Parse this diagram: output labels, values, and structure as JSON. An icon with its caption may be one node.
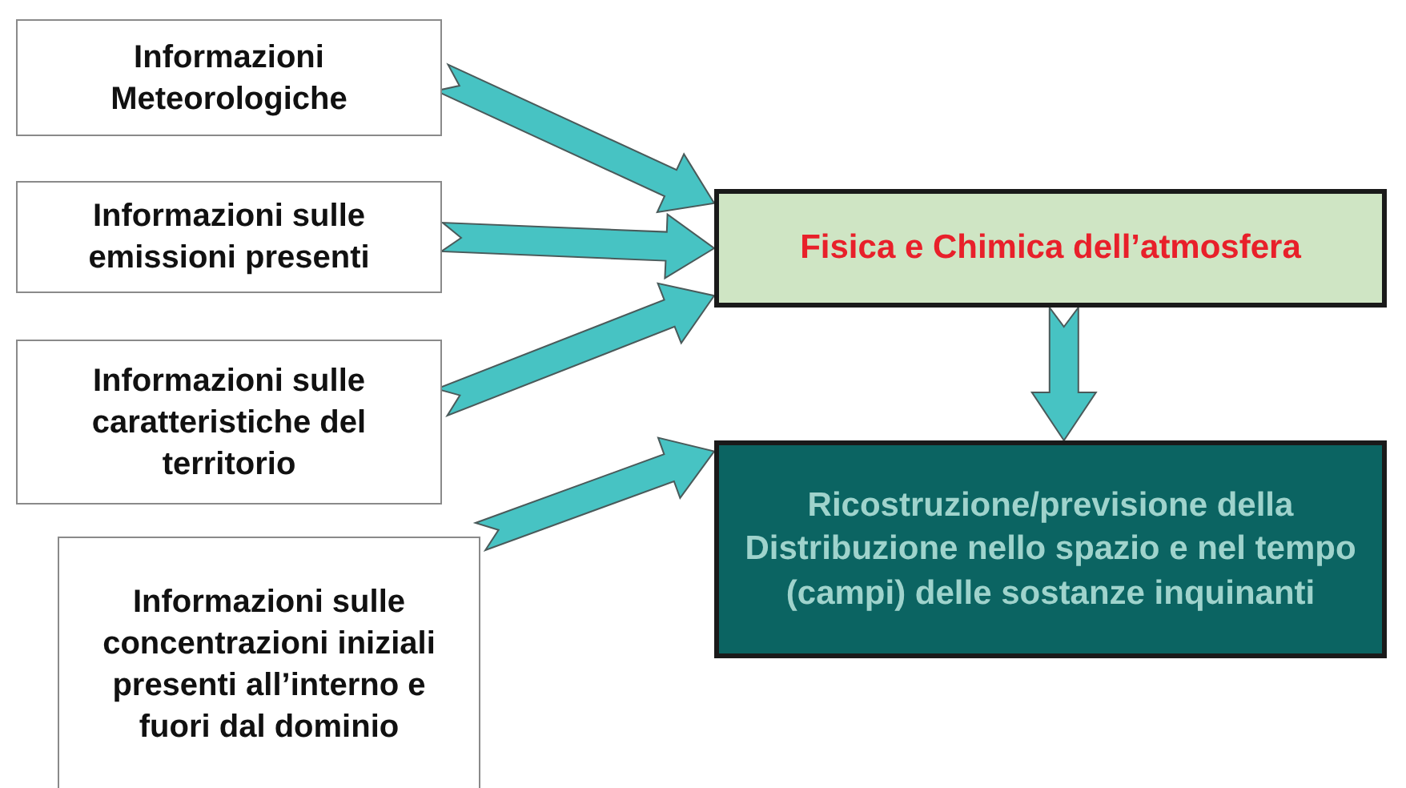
{
  "diagram": {
    "nodes": [
      {
        "text": [
          "Informazioni Meteorologiche"
        ]
      },
      {
        "text": [
          "Informazioni sulle emissioni presenti"
        ]
      },
      {
        "text": [
          "Informazioni sulle caratteristiche del territorio"
        ]
      },
      {
        "text": [
          "Informazioni sulle concentrazioni iniziali presenti all’interno e fuori dal dominio"
        ]
      },
      {
        "text": [
          "Fisica e Chimica dell’atmosfera"
        ]
      },
      {
        "text": [
          "Ricostruzione/previsione della Distribuzione nello spazio e nel tempo (campi) delle sostanze inquinanti"
        ]
      }
    ],
    "edges": [
      {
        "from": 0,
        "to": 4,
        "arrow": "to"
      },
      {
        "from": 1,
        "to": 4,
        "arrow": "to"
      },
      {
        "from": 2,
        "to": 4,
        "arrow": "to"
      },
      {
        "from": 3,
        "to": 5,
        "arrow": "to"
      },
      {
        "from": 4,
        "to": 5,
        "arrow": "to"
      }
    ]
  }
}
